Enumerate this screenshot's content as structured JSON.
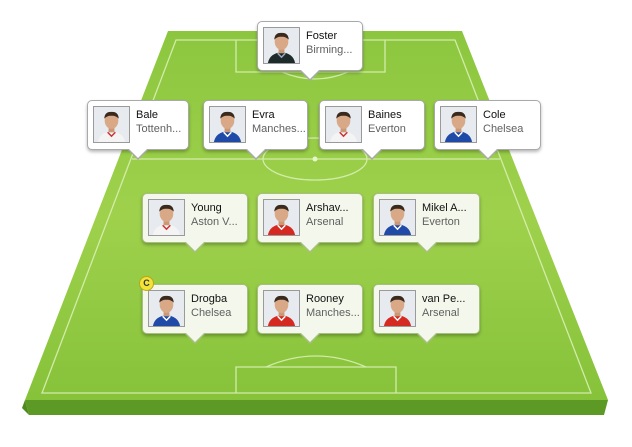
{
  "colors": {
    "pitch_light": "#9fd14c",
    "pitch_dark": "#5c9a25",
    "card_background": "#f4f8ec",
    "captain_badge": "#f2e33a"
  },
  "captain_badge_label": "C",
  "lineup": {
    "goalkeeper": [
      {
        "name": "Foster",
        "club": "Birming...",
        "kit": "keeper"
      }
    ],
    "defenders": [
      {
        "name": "Bale",
        "club": "Tottenh...",
        "kit": "white"
      },
      {
        "name": "Evra",
        "club": "Manches...",
        "kit": "blue"
      },
      {
        "name": "Baines",
        "club": "Everton",
        "kit": "white"
      },
      {
        "name": "Cole",
        "club": "Chelsea",
        "kit": "blue"
      }
    ],
    "midfielders": [
      {
        "name": "Young",
        "club": "Aston V...",
        "kit": "white"
      },
      {
        "name": "Arshav...",
        "club": "Arsenal",
        "kit": "red"
      },
      {
        "name": "Mikel A...",
        "club": "Everton",
        "kit": "blue"
      }
    ],
    "forwards": [
      {
        "name": "Drogba",
        "club": "Chelsea",
        "kit": "blue",
        "captain": true
      },
      {
        "name": "Rooney",
        "club": "Manches...",
        "kit": "red"
      },
      {
        "name": "van Pe...",
        "club": "Arsenal",
        "kit": "red"
      }
    ]
  }
}
